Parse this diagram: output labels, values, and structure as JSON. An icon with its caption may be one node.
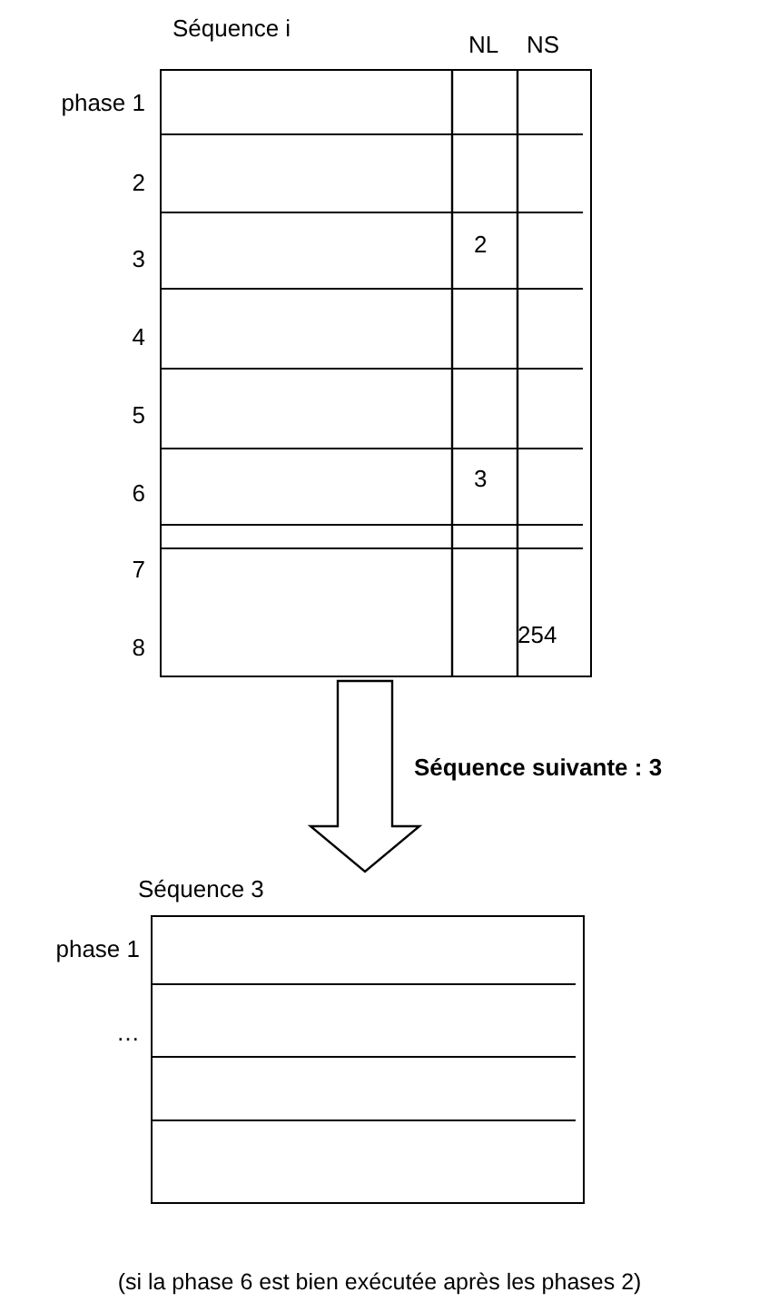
{
  "diagram": {
    "caption": "(si la phase 6 est bien exécutée après les phases 2)",
    "nodes": [
      {
        "text": [
          "Séquence i"
        ]
      },
      {
        "text": [
          "Séquence 3"
        ]
      }
    ],
    "edges": [
      {
        "from": 0,
        "to": 1,
        "arrow": "to",
        "label": "Séquence suivante : 3"
      }
    ],
    "labels": [
      "NL",
      "NS",
      "phase 1",
      "2",
      "3",
      "2",
      "4",
      "5",
      "6",
      "3",
      "7",
      "8",
      "254",
      "phase 1",
      "…"
    ]
  }
}
